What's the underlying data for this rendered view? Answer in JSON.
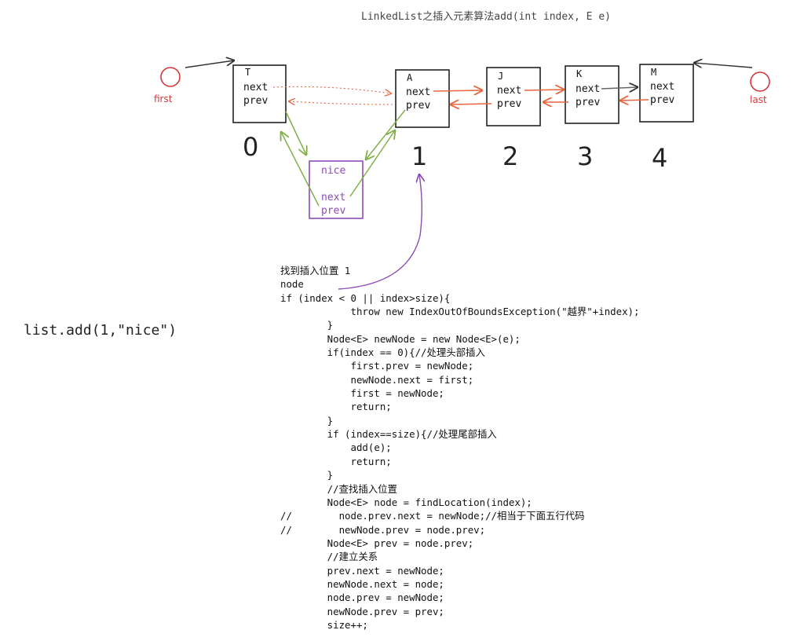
{
  "title": "LinkedList之插入元素算法add(int index, E e)",
  "call": "list.add(1,\"nice\")",
  "pointers": {
    "first": "first",
    "last": "last"
  },
  "nodes": [
    {
      "value": "T",
      "next": "next",
      "prev": "prev",
      "index": "0"
    },
    {
      "value": "A",
      "next": "next",
      "prev": "prev",
      "index": "1"
    },
    {
      "value": "J",
      "next": "next",
      "prev": "prev",
      "index": "2"
    },
    {
      "value": "K",
      "next": "next",
      "prev": "prev",
      "index": "3"
    },
    {
      "value": "M",
      "next": "next",
      "prev": "prev",
      "index": "4"
    }
  ],
  "new_node": {
    "value": "nice",
    "next": "next",
    "prev": "prev"
  },
  "colors": {
    "box": "#222222",
    "new_box": "#8e4bb5",
    "link": "#e8643c",
    "new_link": "#7fb04a",
    "pointer": "#d6373c",
    "arrow": "#333333"
  },
  "code": [
    "找到插入位置 1",
    "node",
    "if (index < 0 || index>size){",
    "            throw new IndexOutOfBoundsException(\"越界\"+index);",
    "        }",
    "        Node<E> newNode = new Node<E>(e);",
    "        if(index == 0){//处理头部插入",
    "            first.prev = newNode;",
    "            newNode.next = first;",
    "            first = newNode;",
    "            return;",
    "        }",
    "        if (index==size){//处理尾部插入",
    "            add(e);",
    "            return;",
    "        }",
    "        //查找插入位置",
    "        Node<E> node = findLocation(index);",
    "//        node.prev.next = newNode;//相当于下面五行代码",
    "//        newNode.prev = node.prev;",
    "        Node<E> prev = node.prev;",
    "        //建立关系",
    "        prev.next = newNode;",
    "        newNode.next = node;",
    "        node.prev = newNode;",
    "        newNode.prev = prev;",
    "        size++;"
  ]
}
